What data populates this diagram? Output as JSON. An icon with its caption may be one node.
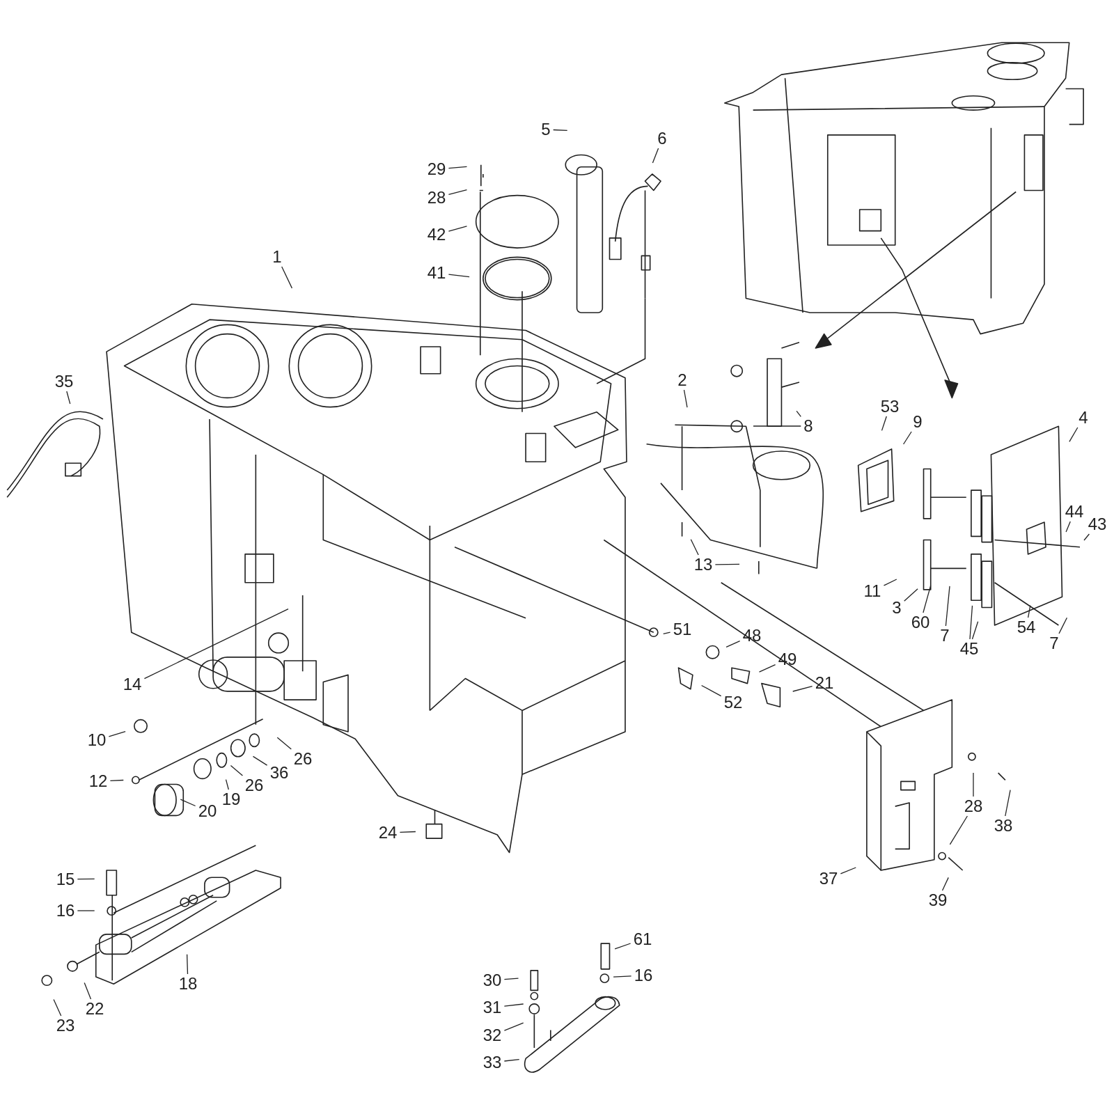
{
  "diagram": {
    "nodes": [
      {
        "text": [
          "5"
        ]
      },
      {
        "text": [
          "6"
        ]
      },
      {
        "text": [
          "29"
        ]
      },
      {
        "text": [
          "28"
        ]
      },
      {
        "text": [
          "42"
        ]
      },
      {
        "text": [
          "41"
        ]
      },
      {
        "text": [
          "1"
        ]
      },
      {
        "text": [
          "35"
        ]
      },
      {
        "text": [
          "2"
        ]
      },
      {
        "text": [
          "53"
        ]
      },
      {
        "text": [
          "9"
        ]
      },
      {
        "text": [
          "4"
        ]
      },
      {
        "text": [
          "8"
        ]
      },
      {
        "text": [
          "44"
        ]
      },
      {
        "text": [
          "43"
        ]
      },
      {
        "text": [
          "13"
        ]
      },
      {
        "text": [
          "11"
        ]
      },
      {
        "text": [
          "3"
        ]
      },
      {
        "text": [
          "60"
        ]
      },
      {
        "text": [
          "7"
        ]
      },
      {
        "text": [
          "54"
        ]
      },
      {
        "text": [
          "7"
        ]
      },
      {
        "text": [
          "45"
        ]
      },
      {
        "text": [
          "51"
        ]
      },
      {
        "text": [
          "48"
        ]
      },
      {
        "text": [
          "49"
        ]
      },
      {
        "text": [
          "14"
        ]
      },
      {
        "text": [
          "21"
        ]
      },
      {
        "text": [
          "52"
        ]
      },
      {
        "text": [
          "10"
        ]
      },
      {
        "text": [
          "26"
        ]
      },
      {
        "text": [
          "36"
        ]
      },
      {
        "text": [
          "26"
        ]
      },
      {
        "text": [
          "12"
        ]
      },
      {
        "text": [
          "19"
        ]
      },
      {
        "text": [
          "20"
        ]
      },
      {
        "text": [
          "28"
        ]
      },
      {
        "text": [
          "38"
        ]
      },
      {
        "text": [
          "24"
        ]
      },
      {
        "text": [
          "37"
        ]
      },
      {
        "text": [
          "15"
        ]
      },
      {
        "text": [
          "39"
        ]
      },
      {
        "text": [
          "16"
        ]
      },
      {
        "text": [
          "61"
        ]
      },
      {
        "text": [
          "16"
        ]
      },
      {
        "text": [
          "30"
        ]
      },
      {
        "text": [
          "18"
        ]
      },
      {
        "text": [
          "31"
        ]
      },
      {
        "text": [
          "22"
        ]
      },
      {
        "text": [
          "23"
        ]
      },
      {
        "text": [
          "32"
        ]
      },
      {
        "text": [
          "33"
        ]
      }
    ],
    "edges": [
      {
        "from": 0,
        "to": null,
        "arrow": "none"
      },
      {
        "from": 1,
        "to": null,
        "arrow": "none"
      },
      {
        "from": 2,
        "to": null,
        "arrow": "none"
      },
      {
        "from": 3,
        "to": null,
        "arrow": "none"
      },
      {
        "from": 4,
        "to": null,
        "arrow": "none"
      },
      {
        "from": 5,
        "to": null,
        "arrow": "none"
      },
      {
        "from": 6,
        "to": null,
        "arrow": "none"
      },
      {
        "from": 7,
        "to": null,
        "arrow": "none"
      },
      {
        "from": 8,
        "to": null,
        "arrow": "none"
      },
      {
        "from": 9,
        "to": null,
        "arrow": "none"
      },
      {
        "from": 10,
        "to": null,
        "arrow": "none"
      },
      {
        "from": 11,
        "to": null,
        "arrow": "none"
      },
      {
        "from": 12,
        "to": null,
        "arrow": "none"
      },
      {
        "from": 12,
        "to": null,
        "arrow": "none"
      },
      {
        "from": 13,
        "to": null,
        "arrow": "none"
      },
      {
        "from": 14,
        "to": null,
        "arrow": "none"
      },
      {
        "from": 15,
        "to": null,
        "arrow": "none"
      },
      {
        "from": 15,
        "to": null,
        "arrow": "none"
      },
      {
        "from": 16,
        "to": null,
        "arrow": "none"
      },
      {
        "from": 17,
        "to": null,
        "arrow": "none"
      },
      {
        "from": 18,
        "to": null,
        "arrow": "none"
      },
      {
        "from": 19,
        "to": null,
        "arrow": "none"
      },
      {
        "from": 20,
        "to": null,
        "arrow": "none"
      },
      {
        "from": 21,
        "to": null,
        "arrow": "none"
      },
      {
        "from": 22,
        "to": null,
        "arrow": "none"
      },
      {
        "from": 22,
        "to": null,
        "arrow": "none"
      },
      {
        "from": 23,
        "to": null,
        "arrow": "none"
      },
      {
        "from": 24,
        "to": null,
        "arrow": "none"
      },
      {
        "from": 25,
        "to": null,
        "arrow": "none"
      },
      {
        "from": 26,
        "to": null,
        "arrow": "none"
      },
      {
        "from": 27,
        "to": null,
        "arrow": "none"
      },
      {
        "from": 28,
        "to": null,
        "arrow": "none"
      },
      {
        "from": 29,
        "to": null,
        "arrow": "none"
      },
      {
        "from": 30,
        "to": null,
        "arrow": "none"
      },
      {
        "from": 31,
        "to": null,
        "arrow": "none"
      },
      {
        "from": 32,
        "to": null,
        "arrow": "none"
      },
      {
        "from": 33,
        "to": null,
        "arrow": "none"
      },
      {
        "from": 34,
        "to": null,
        "arrow": "none"
      },
      {
        "from": 35,
        "to": null,
        "arrow": "none"
      },
      {
        "from": 36,
        "to": null,
        "arrow": "none"
      },
      {
        "from": 36,
        "to": null,
        "arrow": "none"
      },
      {
        "from": 37,
        "to": null,
        "arrow": "none"
      },
      {
        "from": 38,
        "to": null,
        "arrow": "none"
      },
      {
        "from": 39,
        "to": null,
        "arrow": "none"
      },
      {
        "from": 40,
        "to": null,
        "arrow": "none"
      },
      {
        "from": 41,
        "to": null,
        "arrow": "none"
      },
      {
        "from": 42,
        "to": null,
        "arrow": "none"
      },
      {
        "from": 43,
        "to": null,
        "arrow": "none"
      },
      {
        "from": 44,
        "to": null,
        "arrow": "none"
      },
      {
        "from": 45,
        "to": null,
        "arrow": "none"
      },
      {
        "from": 46,
        "to": null,
        "arrow": "none"
      },
      {
        "from": 47,
        "to": null,
        "arrow": "none"
      },
      {
        "from": 48,
        "to": null,
        "arrow": "none"
      },
      {
        "from": 49,
        "to": null,
        "arrow": "none"
      },
      {
        "from": 50,
        "to": null,
        "arrow": "none"
      },
      {
        "from": 51,
        "to": null,
        "arrow": "none"
      }
    ]
  }
}
